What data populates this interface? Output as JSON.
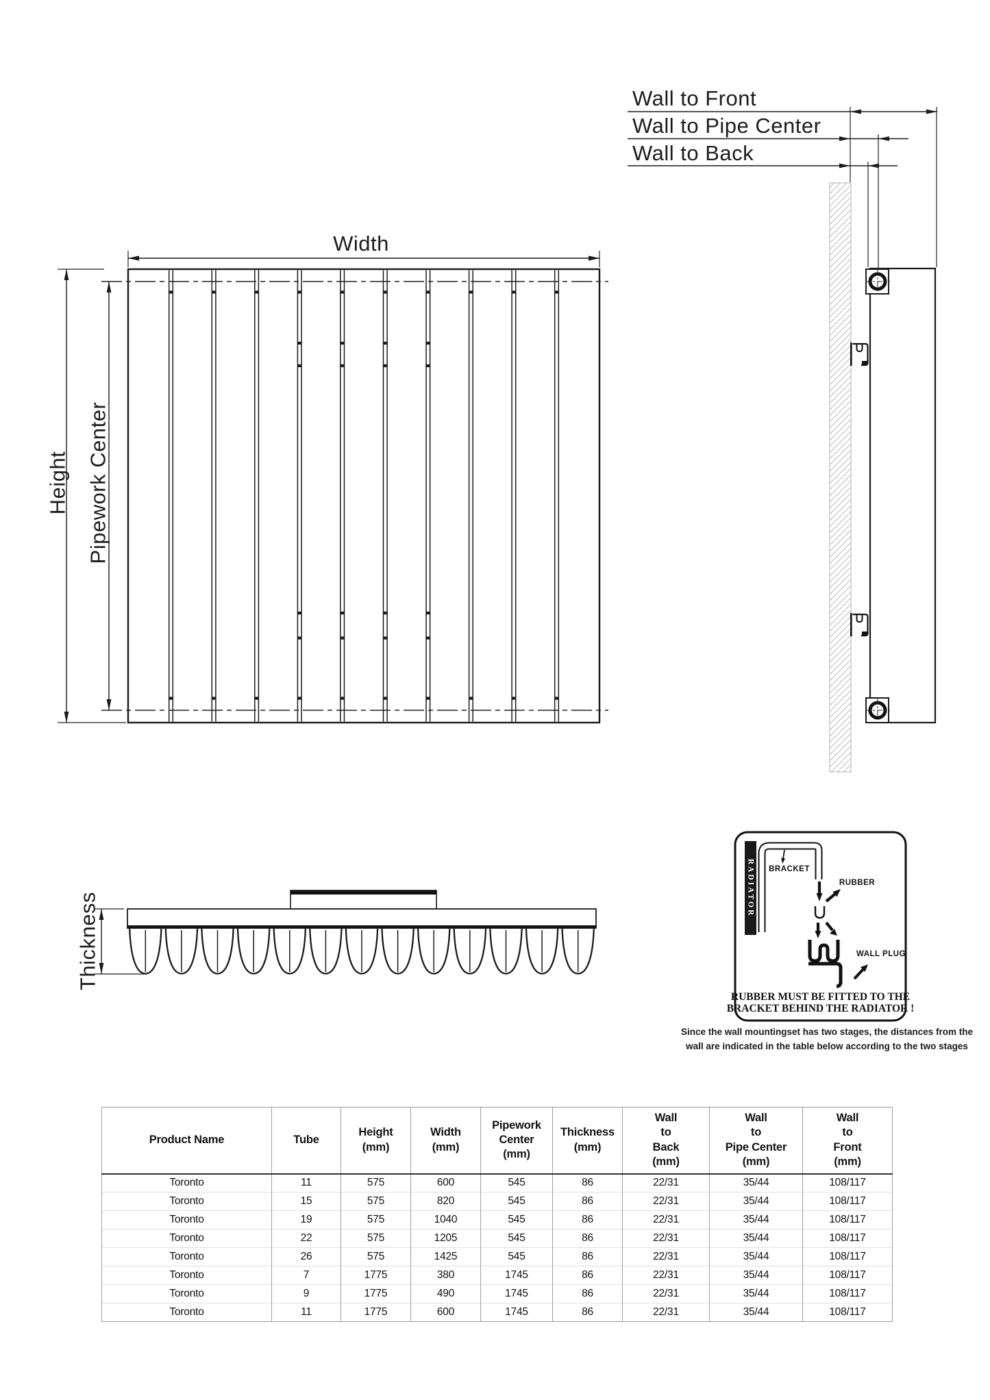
{
  "drawing": {
    "dim_labels": {
      "width": "Width",
      "height": "Height",
      "pipework_center": "Pipework Center",
      "thickness": "Thickness",
      "wall_to_front": "Wall to Front",
      "wall_to_pipe_center": "Wall to Pipe Center",
      "wall_to_back": "Wall to Back"
    },
    "bracket_detail": {
      "radiator_label": "RADIATOR",
      "bracket_label": "BRACKET",
      "rubber_label": "RUBBER",
      "wall_plug_label": "WALL PLUG",
      "warning_line1": "RUBBER MUST BE FITTED TO THE",
      "warning_line2": "BRACKET BEHIND THE RADIATOR !"
    },
    "note": {
      "line1": "Since the wall mountingset has two stages, the distances from the",
      "line2": "wall are indicated in the table below according to the two stages"
    },
    "colors": {
      "line": "#1a1a1a",
      "wall_hatch": "#c7c7c7",
      "table_grid": "#9e9e9e",
      "table_row_line": "#e0e0e0"
    }
  },
  "table": {
    "headers": [
      [
        "Product Name"
      ],
      [
        "Tube"
      ],
      [
        "Height",
        "(mm)"
      ],
      [
        "Width",
        "(mm)"
      ],
      [
        "Pipework",
        "Center",
        "(mm)"
      ],
      [
        "Thickness",
        "(mm)"
      ],
      [
        "Wall",
        "to",
        "Back",
        "(mm)"
      ],
      [
        "Wall",
        "to",
        "Pipe Center",
        "(mm)"
      ],
      [
        "Wall",
        "to",
        "Front",
        "(mm)"
      ]
    ],
    "rows": [
      [
        "Toronto",
        "11",
        "575",
        "600",
        "545",
        "86",
        "22/31",
        "35/44",
        "108/117"
      ],
      [
        "Toronto",
        "15",
        "575",
        "820",
        "545",
        "86",
        "22/31",
        "35/44",
        "108/117"
      ],
      [
        "Toronto",
        "19",
        "575",
        "1040",
        "545",
        "86",
        "22/31",
        "35/44",
        "108/117"
      ],
      [
        "Toronto",
        "22",
        "575",
        "1205",
        "545",
        "86",
        "22/31",
        "35/44",
        "108/117"
      ],
      [
        "Toronto",
        "26",
        "575",
        "1425",
        "545",
        "86",
        "22/31",
        "35/44",
        "108/117"
      ],
      [
        "Toronto",
        "7",
        "1775",
        "380",
        "1745",
        "86",
        "22/31",
        "35/44",
        "108/117"
      ],
      [
        "Toronto",
        "9",
        "1775",
        "490",
        "1745",
        "86",
        "22/31",
        "35/44",
        "108/117"
      ],
      [
        "Toronto",
        "11",
        "1775",
        "600",
        "1745",
        "86",
        "22/31",
        "35/44",
        "108/117"
      ]
    ]
  }
}
